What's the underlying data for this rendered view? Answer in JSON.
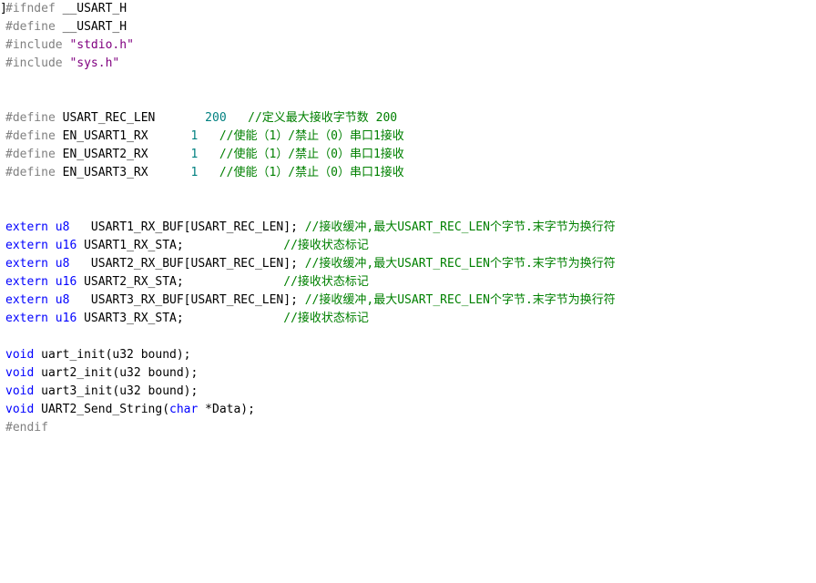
{
  "gutter": "]",
  "lines": [
    {
      "a": "#ifndef",
      "b": " __USART_H"
    },
    {
      "a": "#define",
      "b": " __USART_H"
    },
    {
      "a": "#include",
      "s": " \"stdio.h\""
    },
    {
      "a": "#include",
      "s": " \"sys.h\""
    },
    {
      "a": "#define",
      "b": " USART_REC_LEN       ",
      "n": "200",
      "c": "   //定义最大接收字节数 200"
    },
    {
      "a": "#define",
      "b": " EN_USART1_RX      ",
      "n": "1",
      "c": "   //使能（1）/禁止（0）串口1接收"
    },
    {
      "a": "#define",
      "b": " EN_USART2_RX      ",
      "n": "1",
      "c": "   //使能（1）/禁止（0）串口1接收"
    },
    {
      "a": "#define",
      "b": " EN_USART3_RX      ",
      "n": "1",
      "c": "   //使能（1）/禁止（0）串口1接收"
    },
    {
      "k1": "extern",
      "k2": " u8 ",
      "b": "  USART1_RX_BUF[USART_REC_LEN]; ",
      "c": "//接收缓冲,最大USART_REC_LEN个字节.末字节为换行符"
    },
    {
      "k1": "extern",
      "k2": " u16",
      "b": " USART1_RX_STA;              ",
      "c": "//接收状态标记"
    },
    {
      "k1": "extern",
      "k2": " u8 ",
      "b": "  USART2_RX_BUF[USART_REC_LEN]; ",
      "c": "//接收缓冲,最大USART_REC_LEN个字节.末字节为换行符"
    },
    {
      "k1": "extern",
      "k2": " u16",
      "b": " USART2_RX_STA;              ",
      "c": "//接收状态标记"
    },
    {
      "k1": "extern",
      "k2": " u8 ",
      "b": "  USART3_RX_BUF[USART_REC_LEN]; ",
      "c": "//接收缓冲,最大USART_REC_LEN个字节.末字节为换行符"
    },
    {
      "k1": "extern",
      "k2": " u16",
      "b": " USART3_RX_STA;              ",
      "c": "//接收状态标记"
    },
    {
      "k1": "void",
      "b": " uart_init(",
      "k3": "u32",
      "e": " bound);"
    },
    {
      "k1": "void",
      "b": " uart2_init(",
      "k3": "u32",
      "e": " bound);"
    },
    {
      "k1": "void",
      "b": " uart3_init(",
      "k3": "u32",
      "e": " bound);"
    },
    {
      "k1": "void",
      "b": " UART2_Send_String(",
      "k3": "char",
      "e": " *Data);"
    },
    {
      "a": "#endif"
    }
  ]
}
